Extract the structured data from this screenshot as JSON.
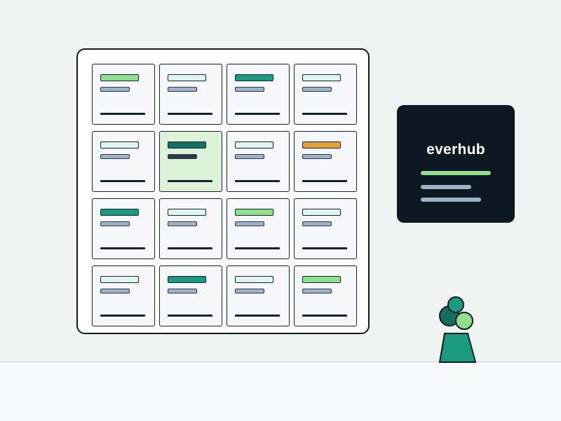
{
  "brand": {
    "name": "everhub",
    "accent_green": "#8fe08a",
    "accent_teal": "#1a9a7f",
    "dark_navy": "#0b1824"
  },
  "grid": {
    "rows": 4,
    "columns": 4,
    "selected_index": 5,
    "cards": [
      {
        "tag_color": "#8fe08a"
      },
      {
        "tag_color": "#e0f4f2"
      },
      {
        "tag_color": "#1a9a7f"
      },
      {
        "tag_color": "#e0f4f2"
      },
      {
        "tag_color": "#e0f4f2"
      },
      {
        "tag_color": "#137060"
      },
      {
        "tag_color": "#e0f4f2"
      },
      {
        "tag_color": "#e8a13a"
      },
      {
        "tag_color": "#1a9a7f"
      },
      {
        "tag_color": "#e0f4f2"
      },
      {
        "tag_color": "#8fe08a"
      },
      {
        "tag_color": "#e0f4f2"
      },
      {
        "tag_color": "#e0f4f2"
      },
      {
        "tag_color": "#1a9a7f"
      },
      {
        "tag_color": "#e0f4f2"
      },
      {
        "tag_color": "#8fe08a"
      }
    ]
  },
  "panel_lines": [
    "#8fe08a",
    "#9fb2c5",
    "#9fb2c5"
  ],
  "decor": {
    "plant_icon": "potted-plant-icon"
  }
}
